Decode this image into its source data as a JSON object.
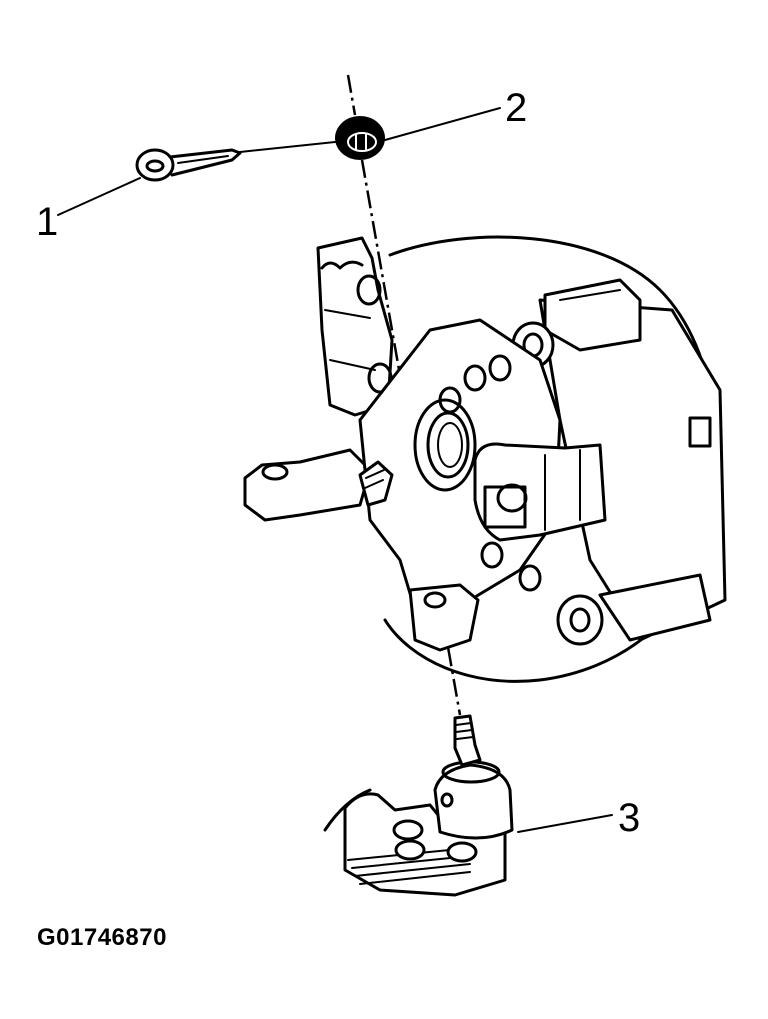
{
  "diagram": {
    "type": "exploded-view technical illustration",
    "subject": "Front steering knuckle with hub, brake caliper, and lower ball joint",
    "figure_id": "G01746870",
    "callouts": [
      {
        "number": "1",
        "part": "cotter-pin"
      },
      {
        "number": "2",
        "part": "castle-nut"
      },
      {
        "number": "3",
        "part": "lower-ball-joint"
      }
    ],
    "colors": {
      "line": "#000000",
      "background": "#ffffff"
    }
  }
}
